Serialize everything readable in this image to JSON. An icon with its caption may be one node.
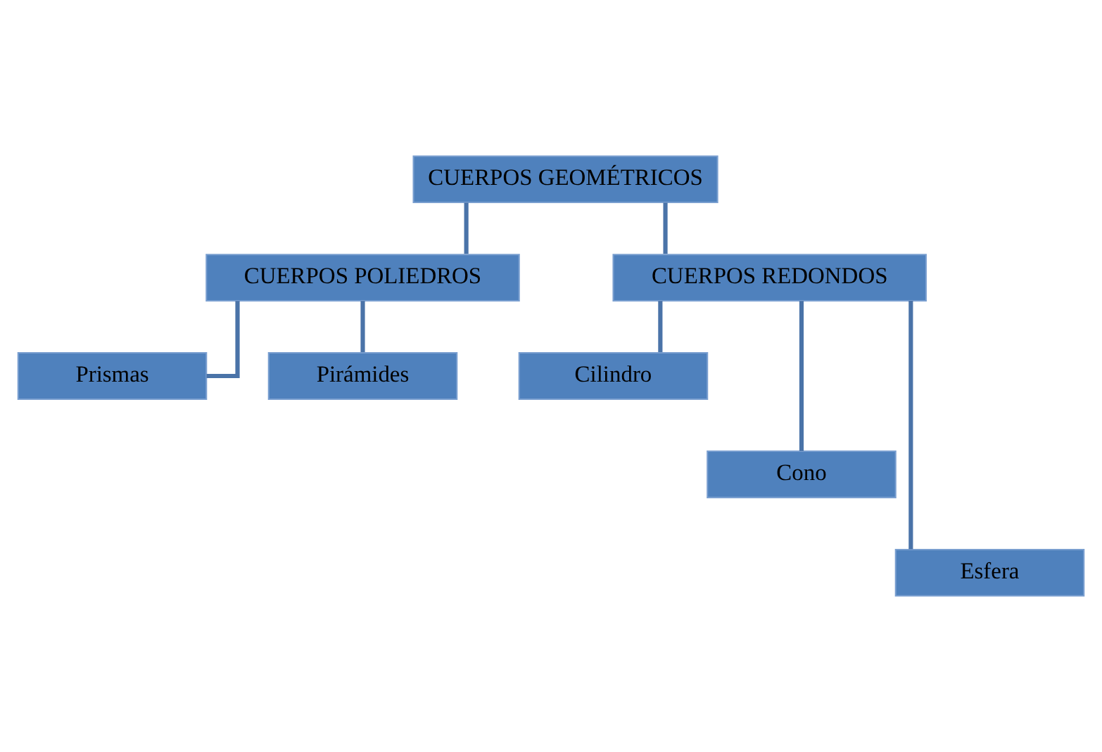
{
  "diagram": {
    "nodes": [
      {
        "text": [
          "CUERPOS GEOMÉTRICOS"
        ]
      },
      {
        "text": [
          "CUERPOS POLIEDROS"
        ]
      },
      {
        "text": [
          "CUERPOS REDONDOS"
        ]
      },
      {
        "text": [
          "Prismas"
        ]
      },
      {
        "text": [
          "Pirámides"
        ]
      },
      {
        "text": [
          "Cilindro"
        ]
      },
      {
        "text": [
          "Cono"
        ]
      },
      {
        "text": [
          "Esfera"
        ]
      }
    ],
    "edges": [
      {
        "from": 0,
        "to": 1,
        "arrow": "none"
      },
      {
        "from": 0,
        "to": 2,
        "arrow": "none"
      },
      {
        "from": 1,
        "to": 3,
        "arrow": "none"
      },
      {
        "from": 1,
        "to": 4,
        "arrow": "none"
      },
      {
        "from": 2,
        "to": 5,
        "arrow": "none"
      },
      {
        "from": 2,
        "to": 6,
        "arrow": "none"
      },
      {
        "from": 2,
        "to": 7,
        "arrow": "none"
      }
    ]
  }
}
